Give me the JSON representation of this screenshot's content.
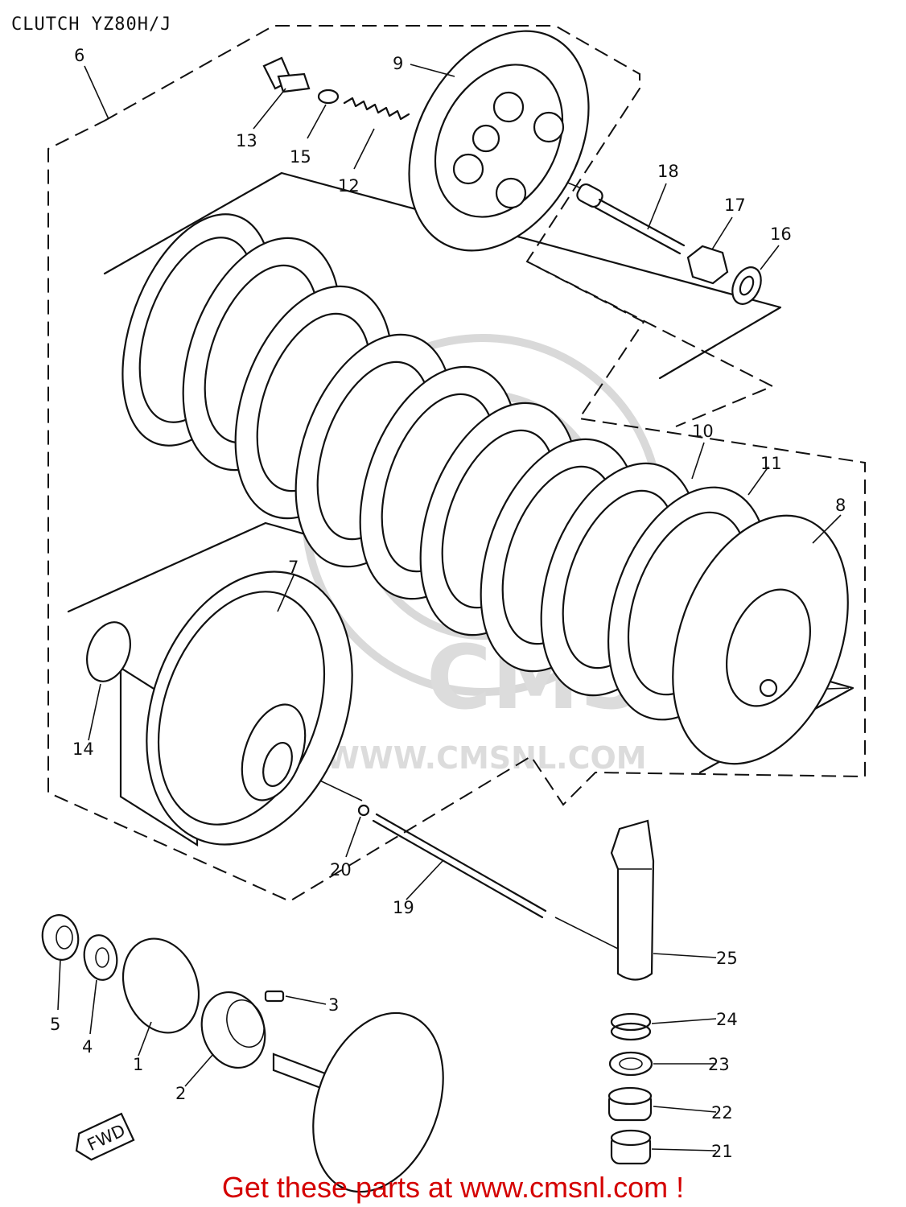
{
  "title": "CLUTCH  YZ80H/J",
  "footer": "Get these parts at www.cmsnl.com !",
  "watermark": {
    "logo_text": "CMS",
    "url_text": "WWW.CMSNL.COM"
  },
  "fwd_marker": "FWD",
  "callouts": [
    "1",
    "2",
    "3",
    "4",
    "5",
    "6",
    "7",
    "8",
    "9",
    "10",
    "11",
    "12",
    "13",
    "14",
    "15",
    "16",
    "17",
    "18",
    "19",
    "20",
    "21",
    "22",
    "23",
    "24",
    "25"
  ],
  "colors": {
    "lines": "#111111",
    "footer": "#d40000",
    "watermark": "#dcdcdc"
  }
}
